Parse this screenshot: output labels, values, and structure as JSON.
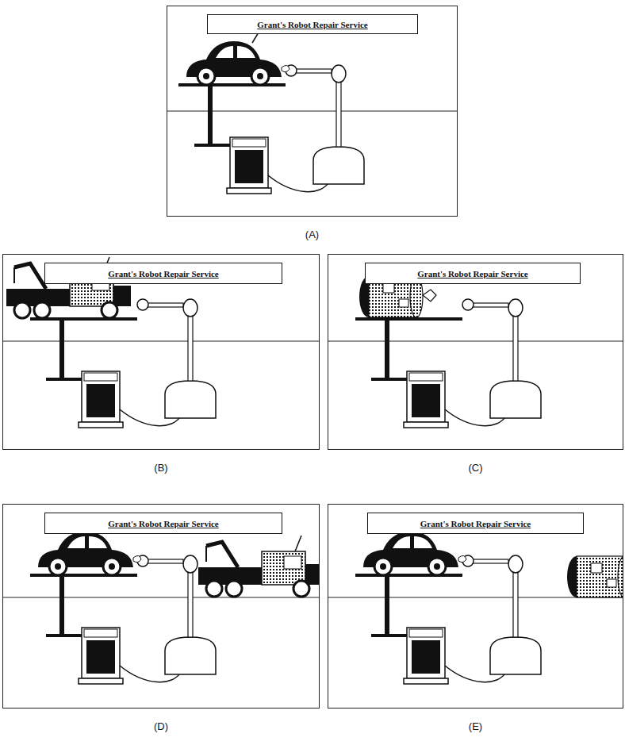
{
  "diagram": {
    "nodes": [
      {
        "text": [
          "(A)"
        ]
      },
      {
        "text": [
          "Grant's Robot Repair Service"
        ],
        "in": 0
      },
      {
        "text": [
          "(B)"
        ]
      },
      {
        "text": [
          "Grant's Robot Repair Service"
        ],
        "in": 2
      },
      {
        "text": [
          "(C)"
        ]
      },
      {
        "text": [
          "Grant's Robot Repair Service"
        ],
        "in": 4
      },
      {
        "text": [
          "(D)"
        ]
      },
      {
        "text": [
          "Grant's Robot Repair Service"
        ],
        "in": 6
      },
      {
        "text": [
          "(E)"
        ]
      },
      {
        "text": [
          "Grant's Robot Repair Service"
        ],
        "in": 8
      }
    ]
  }
}
